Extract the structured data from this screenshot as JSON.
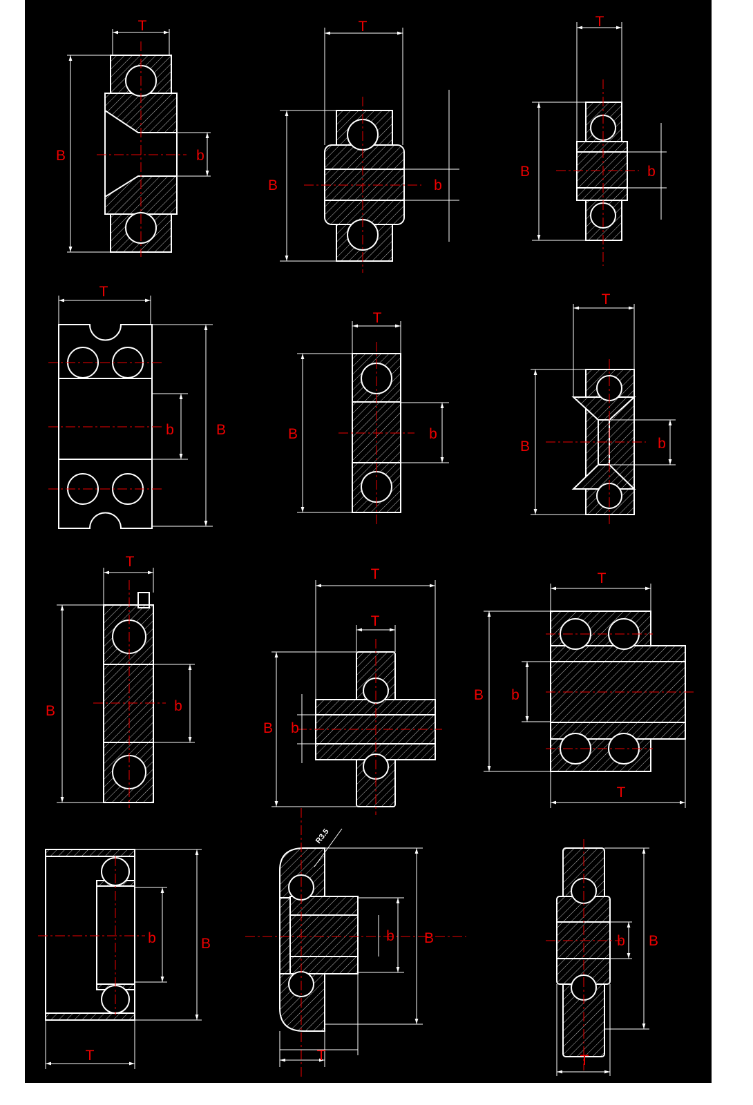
{
  "drawings": [
    {
      "name": "bearing-1",
      "T": "T",
      "B": "B",
      "b": "b"
    },
    {
      "name": "bearing-2",
      "T": "T",
      "B": "B",
      "b": "b"
    },
    {
      "name": "bearing-3",
      "T": "T",
      "B": "B",
      "b": "b"
    },
    {
      "name": "bearing-4",
      "T": "T",
      "B": "B",
      "b": "b"
    },
    {
      "name": "bearing-5",
      "T": "T",
      "B": "B",
      "b": "b"
    },
    {
      "name": "bearing-6",
      "T": "T",
      "B": "B",
      "b": "b"
    },
    {
      "name": "bearing-7",
      "T": "T",
      "B": "B",
      "b": "b"
    },
    {
      "name": "bearing-8",
      "T": "T",
      "T2": "T",
      "B": "B",
      "b": "b"
    },
    {
      "name": "bearing-9",
      "T": "T",
      "T2": "T",
      "B": "B",
      "b": "b"
    },
    {
      "name": "bearing-10",
      "T": "T",
      "B": "B",
      "b": "b"
    },
    {
      "name": "bearing-11",
      "T": "T",
      "B": "B",
      "b": "b",
      "radius_note": "R3.5"
    },
    {
      "name": "bearing-12",
      "T": "T",
      "B": "B",
      "b": "b"
    }
  ],
  "colors": {
    "background": "#000000",
    "lines": "#ffffff",
    "labels": "#ee0000"
  }
}
